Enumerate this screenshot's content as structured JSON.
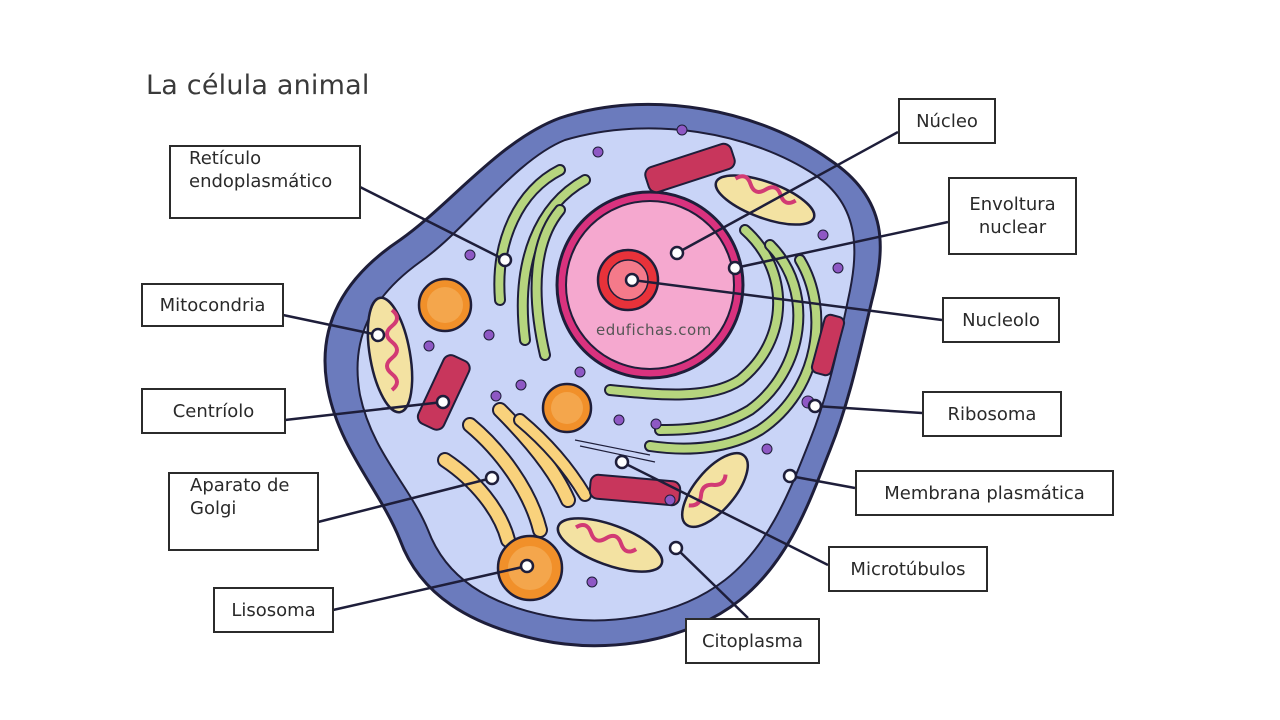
{
  "title": "La célula animal",
  "watermark": "edufichas.com",
  "labels": {
    "reticulo": "Retículo endoplasmático",
    "reticulo_l1": "Retículo",
    "reticulo_l2": "endoplasmático",
    "mitocondria": "Mitocondria",
    "centriolo": "Centríolo",
    "golgi_l1": "Aparato de",
    "golgi_l2": "Golgi",
    "lisosoma": "Lisosoma",
    "nucleo": "Núcleo",
    "envoltura_l1": "Envoltura",
    "envoltura_l2": "nuclear",
    "nucleolo": "Nucleolo",
    "ribosoma": "Ribosoma",
    "membrana": "Membrana plasmática",
    "microtubulos": "Microtúbulos",
    "citoplasma": "Citoplasma"
  },
  "colors": {
    "membrane": "#6b7bbd",
    "cytoplasm": "#c9d4f7",
    "nucleus": "#f5a8cf",
    "nuclear_envelope": "#d9327e",
    "nucleolus": "#e8323a",
    "er": "#b6d57e",
    "golgi": "#f9d27c",
    "mitochondria": "#f3e2a2",
    "mito_cristae": "#d23a74",
    "lysosome": "#f1902a",
    "centriole": "#c8365c",
    "ribosome": "#8e58c4"
  }
}
